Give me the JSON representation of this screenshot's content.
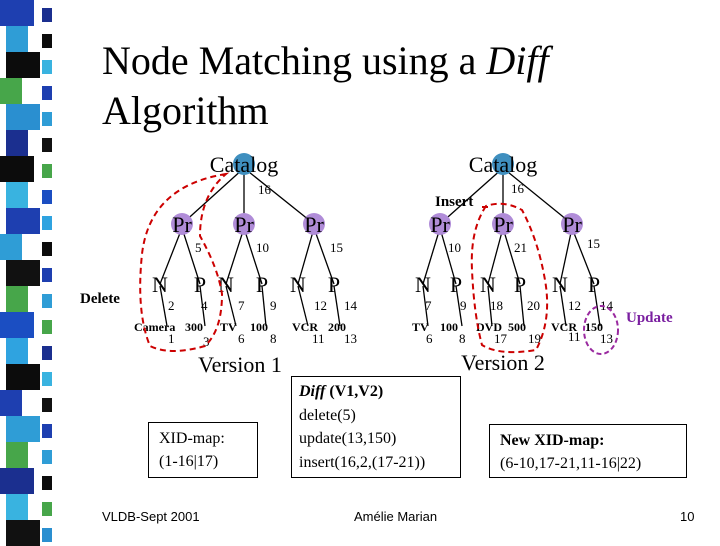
{
  "slide": {
    "title_prefix": "Node Matching using a ",
    "title_italic": "Diff",
    "title_line2": "Algorithm",
    "left_tree": {
      "root_label": "Catalog",
      "root_id": "16",
      "children": [
        {
          "label": "Pr",
          "id": "5",
          "n_label": "N",
          "p_label": "P",
          "n_id": "2",
          "p_id": "4",
          "n_value": "Camera",
          "p_value": "300",
          "n_val_id": "1",
          "p_val_id": "3"
        },
        {
          "label": "Pr",
          "id": "10",
          "n_label": "N",
          "p_label": "P",
          "n_id": "7",
          "p_id": "9",
          "n_value": "TV",
          "p_value": "100",
          "n_val_id": "6",
          "p_val_id": "8"
        },
        {
          "label": "Pr",
          "id": "15",
          "n_label": "N",
          "p_label": "P",
          "n_id": "12",
          "p_id": "14",
          "n_value": "VCR",
          "p_value": "200",
          "n_val_id": "11",
          "p_val_id": "13"
        }
      ],
      "version_label": "Version 1"
    },
    "right_tree": {
      "root_label": "Catalog",
      "root_id": "16",
      "children": [
        {
          "label": "Pr",
          "id": "10",
          "n_label": "N",
          "p_label": "P",
          "n_id": "7",
          "p_id": "9",
          "n_value": "TV",
          "p_value": "100",
          "n_val_id": "6",
          "p_val_id": "8"
        },
        {
          "label": "Pr",
          "id": "21",
          "n_label": "N",
          "p_label": "P",
          "n_id": "18",
          "p_id": "20",
          "n_value": "DVD",
          "p_value": "500",
          "n_val_id": "17",
          "p_val_id": "19"
        },
        {
          "label": "Pr",
          "id": "15",
          "n_label": "N",
          "p_label": "P",
          "n_id": "12",
          "p_id": "14",
          "n_value": "VCR",
          "p_value": "150",
          "n_val_id": "11",
          "p_val_id": "13"
        }
      ],
      "version_label": "Version 2"
    },
    "annotations": {
      "delete": "Delete",
      "insert": "Insert",
      "update": "Update"
    },
    "xid_map_box": {
      "line1": "XID-map:",
      "line2": "(1-16|17)"
    },
    "diff_box": {
      "line1_italic": "Diff",
      "line1_rest": " (V1,V2)",
      "line2": "delete(5)",
      "line3": "update(13,150)",
      "line4": "insert(16,2,(17-21))"
    },
    "new_xid_box": {
      "line1": "New XID-map:",
      "line2": "(6-10,17-21,11-16|22)"
    },
    "colors": {
      "root_node": "#3f8fbf",
      "product_node": "#b08cd8",
      "highlight_dash": "#cc0000",
      "update_dash": "#9a2aa0",
      "update_text": "#7a1fa0"
    }
  },
  "footer": {
    "left": "VLDB-Sept 2001",
    "center": "Amélie Marian",
    "right": "10"
  }
}
